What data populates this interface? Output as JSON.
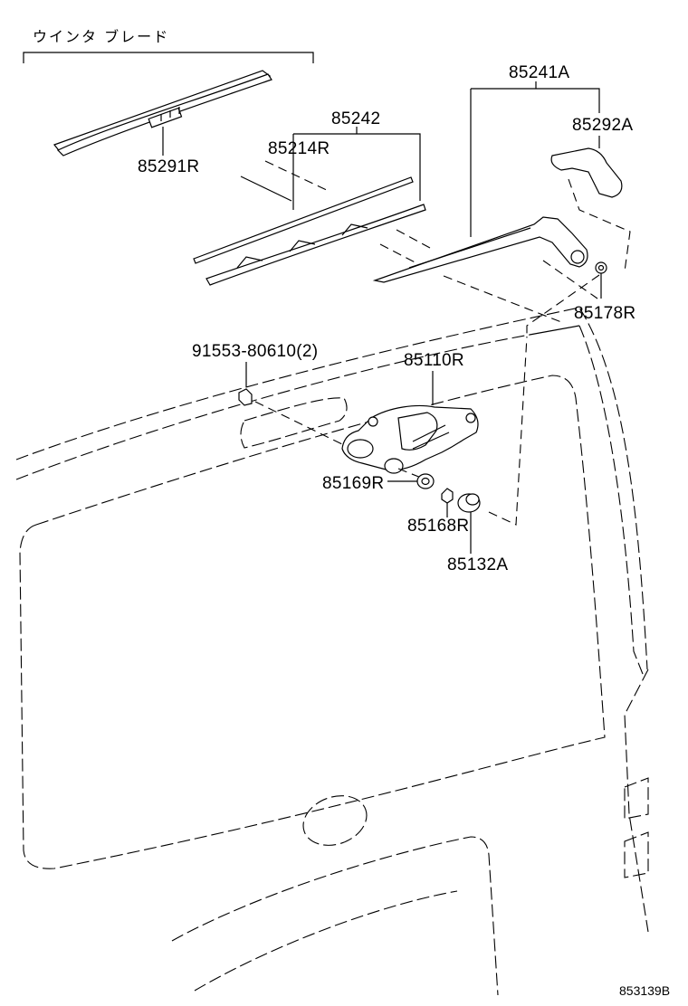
{
  "diagram": {
    "header_text": "ウインタ ブレード",
    "figure_id": "853139B",
    "labels": {
      "p85291r": "85291R",
      "p85242": "85242",
      "p85214r": "85214R",
      "p85241a": "85241A",
      "p85292a": "85292A",
      "p85178r": "85178R",
      "p91553": "91553-80610(2)",
      "p85110r": "85110R",
      "p85169r": "85169R",
      "p85168r": "85168R",
      "p85132a": "85132A"
    }
  }
}
